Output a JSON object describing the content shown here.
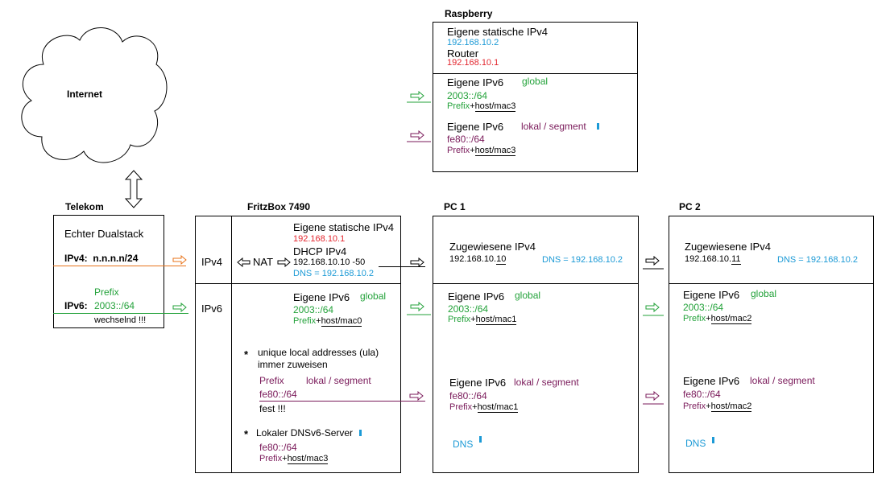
{
  "internet": {
    "label": "Internet"
  },
  "raspberry": {
    "title": "Raspberry",
    "ipv4_label": "Eigene statische IPv4",
    "ipv4_value": "192.168.10.2",
    "router_label": "Router",
    "router_value": "192.168.10.1",
    "ipv6_global_label": "Eigene IPv6",
    "global_tag": "global",
    "global_prefix": "2003::/64",
    "prefix_word": "Prefix",
    "plus": "+",
    "host_mac3": "host/mac3",
    "ipv6_local_label": "Eigene IPv6",
    "local_tag": "lokal / segment",
    "local_prefix": "fe80::/64"
  },
  "telekom": {
    "title": "Telekom",
    "dualstack": "Echter Dualstack",
    "ipv4_label": "IPv4:",
    "ipv4_value": "n.n.n.n/24",
    "prefix_word": "Prefix",
    "ipv6_label": "IPv6:",
    "ipv6_value": "2003::/64",
    "changing": "wechselnd !!!"
  },
  "fritzbox": {
    "title": "FritzBox 7490",
    "ipv4_col": "IPv4",
    "ipv6_col": "IPv6",
    "nat": "NAT",
    "ipv4_label": "Eigene statische IPv4",
    "ipv4_value": "192.168.10.1",
    "dhcp_label": "DHCP IPv4",
    "dhcp_range": "192.168.10.10 -50",
    "dns": "DNS = 192.168.10.2",
    "ipv6_label": "Eigene IPv6",
    "global_tag": "global",
    "global_prefix": "2003::/64",
    "prefix_word": "Prefix",
    "plus": "+",
    "host_mac0": "host/mac0",
    "star": "*",
    "ula_line1": "unique local addresses (ula)",
    "ula_line2": "immer zuweisen",
    "local_tag": "lokal / segment",
    "local_prefix": "fe80::/64",
    "fixed": "fest !!!",
    "dns_server": "Lokaler DNSv6-Server",
    "local_prefix2": "fe80::/64",
    "host_mac3": "host/mac3"
  },
  "pc1": {
    "title": "PC  1",
    "ipv4_label": "Zugewiesene IPv4",
    "ipv4_prefix": "192.168.10.",
    "ipv4_host": "10",
    "dns": "DNS = 192.168.10.2",
    "ipv6_label": "Eigene IPv6",
    "global_tag": "global",
    "global_prefix": "2003::/64",
    "prefix_word": "Prefix",
    "plus": "+",
    "host": "host/mac1",
    "local_tag": "lokal / segment",
    "local_prefix": "fe80::/64",
    "dns_label": "DNS"
  },
  "pc2": {
    "title": "PC  2",
    "ipv4_label": "Zugewiesene IPv4",
    "ipv4_prefix": "192.168.10.",
    "ipv4_host": "11",
    "dns": "DNS = 192.168.10.2",
    "ipv6_label": "Eigene IPv6",
    "global_tag": "global",
    "global_prefix": "2003::/64",
    "prefix_word": "Prefix",
    "plus": "+",
    "host": "host/mac2",
    "local_tag": "lokal / segment",
    "local_prefix": "fe80::/64",
    "dns_label": "DNS"
  },
  "colors": {
    "ipv4_line": "#e8731a",
    "ipv6_line": "#23a23a",
    "local_line": "#7a1a5a",
    "red": "#e3262e",
    "blue": "#1c9ad6",
    "green": "#23a23a",
    "purple": "#7a1a5a"
  }
}
